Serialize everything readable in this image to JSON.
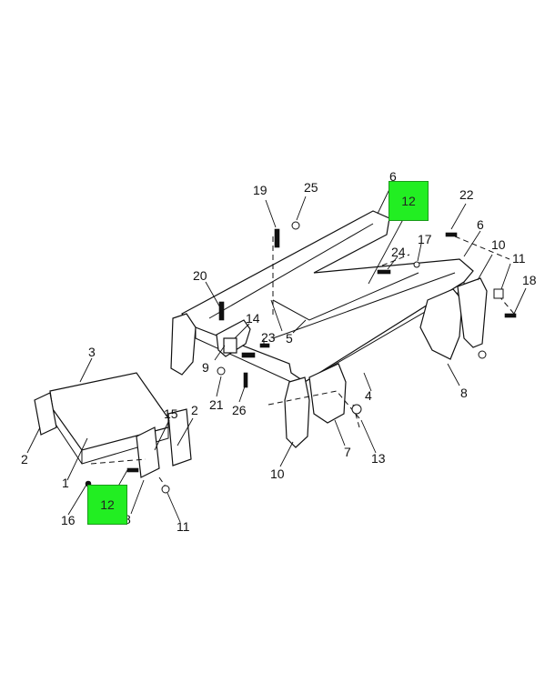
{
  "callouts": {
    "c19": "19",
    "c25": "25",
    "c6a": "6",
    "c22": "22",
    "c6b": "6",
    "c24": "24",
    "c17": "17",
    "c10a": "10",
    "c11a": "11",
    "c18": "18",
    "c20": "20",
    "c14": "14",
    "c9": "9",
    "c23": "23",
    "c5": "5",
    "c21": "21",
    "c26": "26",
    "c4": "4",
    "c8": "8",
    "c3": "3",
    "c2a": "2",
    "c15": "15",
    "c2b": "2",
    "c1": "1",
    "c7": "7",
    "c13": "13",
    "c10b": "10",
    "c16": "16",
    "c8b": "8",
    "c11b": "11"
  },
  "hotspots": {
    "top_label": "12",
    "bottom_label": "12"
  },
  "colors": {
    "hotspot": "#22ee22"
  }
}
